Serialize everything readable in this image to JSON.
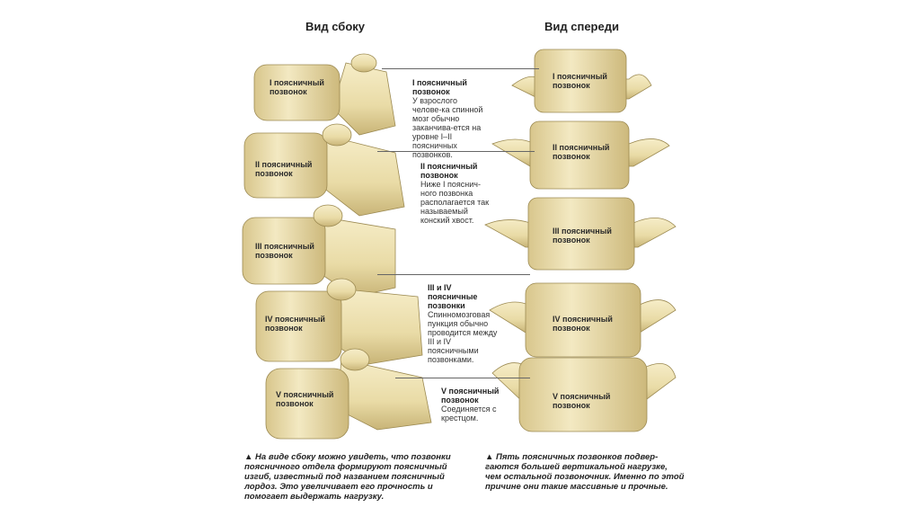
{
  "titles": {
    "side": "Вид сбоку",
    "front": "Вид спереди"
  },
  "side_labels": [
    "I поясничный позвонок",
    "II поясничный позвонок",
    "III поясничный позвонок",
    "IV поясничный позвонок",
    "V поясничный позвонок"
  ],
  "front_labels": [
    "I поясничный позвонок",
    "II поясничный позвонок",
    "III поясничный позвонок",
    "IV поясничный позвонок",
    "V поясничный позвонок"
  ],
  "notes": [
    {
      "head": "I поясничный позвонок",
      "body": "У взрослого челове-ка спинной мозг обычно заканчива-ется на уровне I–II поясничных позвонков."
    },
    {
      "head": "II поясничный позвонок",
      "body": "Ниже I пояснич-ного позвонка располагается так называемый конский хвост."
    },
    {
      "head": "III и IV поясничные позвонки",
      "body": "Спинномозговая пункция обычно проводится между III и IV поясничными позвонками."
    },
    {
      "head": "V поясничный позвонок",
      "body": "Соединяется с крестцом."
    }
  ],
  "captions": {
    "side": "▲ На виде сбоку можно увидеть, что позвонки поясничного отдела формируют поясничный изгиб, известный под названием поясничный лордоз. Это увеличивает его прочность и помогает выдержать нагрузку.",
    "front": "▲ Пять поясничных позвонков подвер-гаются большей вертикальной нагрузке, чем остальной позвоночник. Именно по этой причине они такие массивные и прочные."
  },
  "colors": {
    "bone": "#efe3b4",
    "bone_shade": "#c9b77a",
    "bone_dark": "#8d7a45"
  }
}
